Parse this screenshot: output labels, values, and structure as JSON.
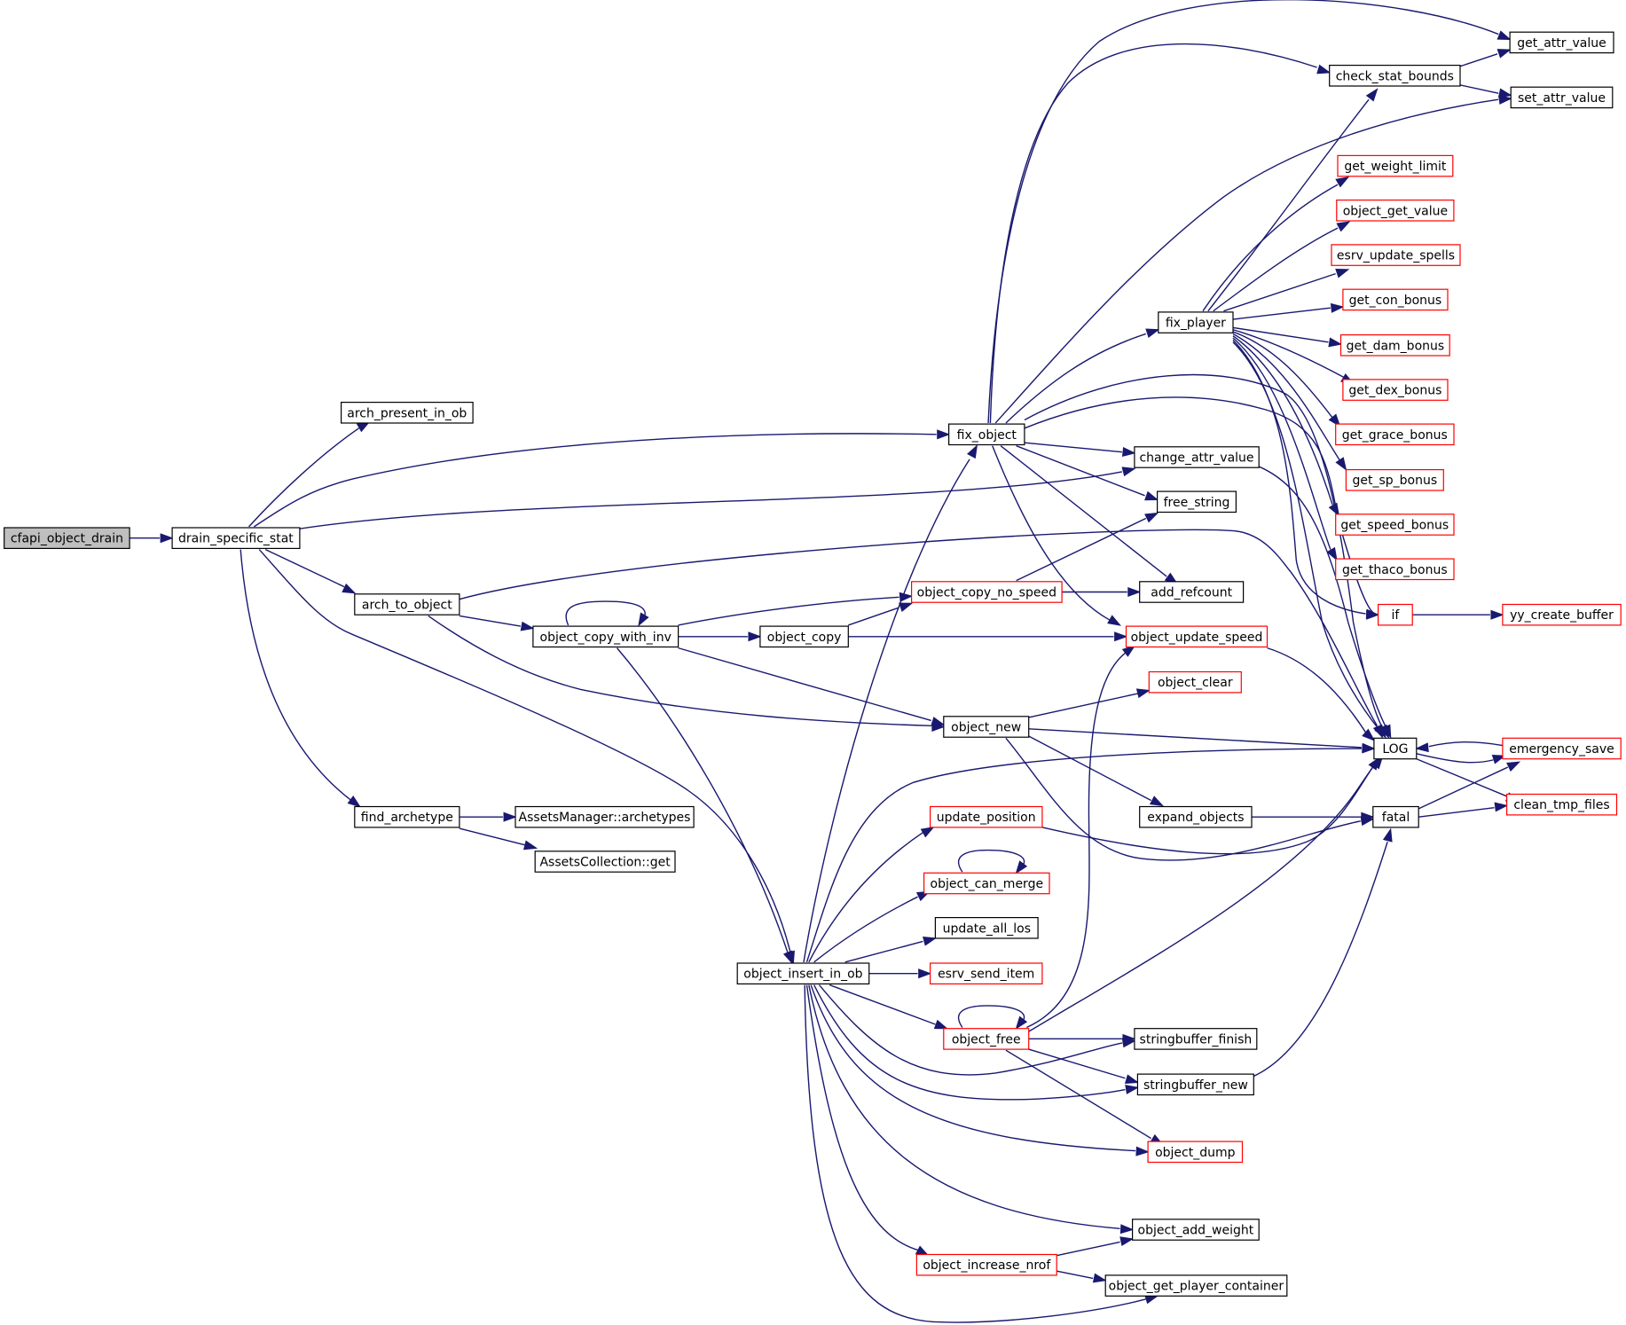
{
  "colors": {
    "edge": "#191970",
    "root_fill": "#bfbfbf",
    "normal_border": "#000000",
    "truncated_border": "#ff0000",
    "node_fill": "#ffffff"
  },
  "nodes": [
    {
      "id": "root",
      "label": "cfapi_object_drain",
      "style": "root"
    },
    {
      "id": "drain",
      "label": "drain_specific_stat",
      "style": "normal"
    },
    {
      "id": "arch_present",
      "label": "arch_present_in_ob",
      "style": "normal"
    },
    {
      "id": "arch_to_object",
      "label": "arch_to_object",
      "style": "normal"
    },
    {
      "id": "find_archetype",
      "label": "find_archetype",
      "style": "normal"
    },
    {
      "id": "am_archetypes",
      "label": "AssetsManager::archetypes",
      "style": "normal"
    },
    {
      "id": "ac_get",
      "label": "AssetsCollection::get",
      "style": "normal"
    },
    {
      "id": "copy_with_inv",
      "label": "object_copy_with_inv",
      "style": "normal"
    },
    {
      "id": "object_copy",
      "label": "object_copy",
      "style": "normal"
    },
    {
      "id": "insert_in_ob",
      "label": "object_insert_in_ob",
      "style": "normal"
    },
    {
      "id": "fix_object",
      "label": "fix_object",
      "style": "normal"
    },
    {
      "id": "copy_no_speed",
      "label": "object_copy_no_speed",
      "style": "truncated"
    },
    {
      "id": "object_new",
      "label": "object_new",
      "style": "normal"
    },
    {
      "id": "update_position",
      "label": "update_position",
      "style": "truncated"
    },
    {
      "id": "can_merge",
      "label": "object_can_merge",
      "style": "truncated"
    },
    {
      "id": "update_all_los",
      "label": "update_all_los",
      "style": "normal"
    },
    {
      "id": "esrv_send_item",
      "label": "esrv_send_item",
      "style": "truncated"
    },
    {
      "id": "object_free",
      "label": "object_free",
      "style": "truncated"
    },
    {
      "id": "increase_nrof",
      "label": "object_increase_nrof",
      "style": "truncated"
    },
    {
      "id": "fix_player",
      "label": "fix_player",
      "style": "normal"
    },
    {
      "id": "change_attr",
      "label": "change_attr_value",
      "style": "normal"
    },
    {
      "id": "free_string",
      "label": "free_string",
      "style": "normal"
    },
    {
      "id": "add_refcount",
      "label": "add_refcount",
      "style": "normal"
    },
    {
      "id": "update_speed",
      "label": "object_update_speed",
      "style": "truncated"
    },
    {
      "id": "object_clear",
      "label": "object_clear",
      "style": "truncated"
    },
    {
      "id": "expand_objects",
      "label": "expand_objects",
      "style": "normal"
    },
    {
      "id": "sb_finish",
      "label": "stringbuffer_finish",
      "style": "normal"
    },
    {
      "id": "sb_new",
      "label": "stringbuffer_new",
      "style": "normal"
    },
    {
      "id": "object_dump",
      "label": "object_dump",
      "style": "truncated"
    },
    {
      "id": "add_weight",
      "label": "object_add_weight",
      "style": "normal"
    },
    {
      "id": "player_container",
      "label": "object_get_player_container",
      "style": "normal"
    },
    {
      "id": "check_stat",
      "label": "check_stat_bounds",
      "style": "normal"
    },
    {
      "id": "get_weight_limit",
      "label": "get_weight_limit",
      "style": "truncated"
    },
    {
      "id": "obj_get_value",
      "label": "object_get_value",
      "style": "truncated"
    },
    {
      "id": "esrv_update_spells",
      "label": "esrv_update_spells",
      "style": "truncated"
    },
    {
      "id": "get_con_bonus",
      "label": "get_con_bonus",
      "style": "truncated"
    },
    {
      "id": "get_dam_bonus",
      "label": "get_dam_bonus",
      "style": "truncated"
    },
    {
      "id": "get_dex_bonus",
      "label": "get_dex_bonus",
      "style": "truncated"
    },
    {
      "id": "get_grace_bonus",
      "label": "get_grace_bonus",
      "style": "truncated"
    },
    {
      "id": "get_sp_bonus",
      "label": "get_sp_bonus",
      "style": "truncated"
    },
    {
      "id": "get_speed_bonus",
      "label": "get_speed_bonus",
      "style": "truncated"
    },
    {
      "id": "get_thaco_bonus",
      "label": "get_thaco_bonus",
      "style": "truncated"
    },
    {
      "id": "if_node",
      "label": "if",
      "style": "truncated"
    },
    {
      "id": "LOG",
      "label": "LOG",
      "style": "normal"
    },
    {
      "id": "fatal",
      "label": "fatal",
      "style": "normal"
    },
    {
      "id": "get_attr",
      "label": "get_attr_value",
      "style": "normal"
    },
    {
      "id": "set_attr",
      "label": "set_attr_value",
      "style": "normal"
    },
    {
      "id": "yy_create_buffer",
      "label": "yy_create_buffer",
      "style": "truncated"
    },
    {
      "id": "emergency_save",
      "label": "emergency_save",
      "style": "truncated"
    },
    {
      "id": "clean_tmp_files",
      "label": "clean_tmp_files",
      "style": "truncated"
    }
  ],
  "edges": [
    {
      "from": "root",
      "to": "drain"
    },
    {
      "from": "drain",
      "to": "arch_present"
    },
    {
      "from": "drain",
      "to": "fix_object"
    },
    {
      "from": "drain",
      "to": "change_attr"
    },
    {
      "from": "drain",
      "to": "arch_to_object"
    },
    {
      "from": "drain",
      "to": "insert_in_ob"
    },
    {
      "from": "drain",
      "to": "find_archetype"
    },
    {
      "from": "arch_to_object",
      "to": "LOG"
    },
    {
      "from": "arch_to_object",
      "to": "copy_with_inv"
    },
    {
      "from": "arch_to_object",
      "to": "object_new"
    },
    {
      "from": "find_archetype",
      "to": "am_archetypes"
    },
    {
      "from": "find_archetype",
      "to": "ac_get"
    },
    {
      "from": "copy_with_inv",
      "to": "copy_with_inv"
    },
    {
      "from": "copy_with_inv",
      "to": "copy_no_speed"
    },
    {
      "from": "copy_with_inv",
      "to": "object_copy"
    },
    {
      "from": "copy_with_inv",
      "to": "object_new"
    },
    {
      "from": "copy_with_inv",
      "to": "insert_in_ob"
    },
    {
      "from": "object_copy",
      "to": "copy_no_speed"
    },
    {
      "from": "object_copy",
      "to": "update_speed"
    },
    {
      "from": "copy_no_speed",
      "to": "free_string"
    },
    {
      "from": "copy_no_speed",
      "to": "add_refcount"
    },
    {
      "from": "insert_in_ob",
      "to": "fix_object"
    },
    {
      "from": "insert_in_ob",
      "to": "LOG"
    },
    {
      "from": "insert_in_ob",
      "to": "update_position"
    },
    {
      "from": "insert_in_ob",
      "to": "can_merge"
    },
    {
      "from": "insert_in_ob",
      "to": "update_all_los"
    },
    {
      "from": "insert_in_ob",
      "to": "esrv_send_item"
    },
    {
      "from": "insert_in_ob",
      "to": "object_free"
    },
    {
      "from": "insert_in_ob",
      "to": "sb_finish"
    },
    {
      "from": "insert_in_ob",
      "to": "sb_new"
    },
    {
      "from": "insert_in_ob",
      "to": "object_dump"
    },
    {
      "from": "insert_in_ob",
      "to": "add_weight"
    },
    {
      "from": "insert_in_ob",
      "to": "increase_nrof"
    },
    {
      "from": "insert_in_ob",
      "to": "player_container"
    },
    {
      "from": "fix_object",
      "to": "get_attr"
    },
    {
      "from": "fix_object",
      "to": "check_stat"
    },
    {
      "from": "fix_object",
      "to": "set_attr"
    },
    {
      "from": "fix_object",
      "to": "fix_player"
    },
    {
      "from": "fix_object",
      "to": "if_node"
    },
    {
      "from": "fix_object",
      "to": "LOG"
    },
    {
      "from": "fix_object",
      "to": "change_attr"
    },
    {
      "from": "fix_object",
      "to": "free_string"
    },
    {
      "from": "fix_object",
      "to": "add_refcount"
    },
    {
      "from": "fix_object",
      "to": "update_speed"
    },
    {
      "from": "fix_player",
      "to": "check_stat"
    },
    {
      "from": "fix_player",
      "to": "get_weight_limit"
    },
    {
      "from": "fix_player",
      "to": "obj_get_value"
    },
    {
      "from": "fix_player",
      "to": "esrv_update_spells"
    },
    {
      "from": "fix_player",
      "to": "get_con_bonus"
    },
    {
      "from": "fix_player",
      "to": "get_dam_bonus"
    },
    {
      "from": "fix_player",
      "to": "get_dex_bonus"
    },
    {
      "from": "fix_player",
      "to": "get_grace_bonus"
    },
    {
      "from": "fix_player",
      "to": "get_sp_bonus"
    },
    {
      "from": "fix_player",
      "to": "get_speed_bonus"
    },
    {
      "from": "fix_player",
      "to": "get_thaco_bonus"
    },
    {
      "from": "fix_player",
      "to": "if_node"
    },
    {
      "from": "fix_player",
      "to": "LOG"
    },
    {
      "from": "check_stat",
      "to": "get_attr"
    },
    {
      "from": "check_stat",
      "to": "set_attr"
    },
    {
      "from": "change_attr",
      "to": "LOG"
    },
    {
      "from": "if_node",
      "to": "yy_create_buffer"
    },
    {
      "from": "update_speed",
      "to": "LOG"
    },
    {
      "from": "object_new",
      "to": "object_clear"
    },
    {
      "from": "object_new",
      "to": "LOG"
    },
    {
      "from": "object_new",
      "to": "expand_objects"
    },
    {
      "from": "object_new",
      "to": "fatal"
    },
    {
      "from": "expand_objects",
      "to": "fatal"
    },
    {
      "from": "update_position",
      "to": "LOG"
    },
    {
      "from": "can_merge",
      "to": "can_merge"
    },
    {
      "from": "object_free",
      "to": "object_free"
    },
    {
      "from": "object_free",
      "to": "update_speed"
    },
    {
      "from": "object_free",
      "to": "LOG"
    },
    {
      "from": "object_free",
      "to": "sb_finish"
    },
    {
      "from": "object_free",
      "to": "sb_new"
    },
    {
      "from": "object_free",
      "to": "object_dump"
    },
    {
      "from": "sb_new",
      "to": "fatal"
    },
    {
      "from": "increase_nrof",
      "to": "add_weight"
    },
    {
      "from": "increase_nrof",
      "to": "player_container"
    },
    {
      "from": "LOG",
      "to": "emergency_save"
    },
    {
      "from": "LOG",
      "to": "clean_tmp_files"
    },
    {
      "from": "emergency_save",
      "to": "LOG"
    },
    {
      "from": "fatal",
      "to": "emergency_save"
    },
    {
      "from": "fatal",
      "to": "clean_tmp_files"
    }
  ]
}
